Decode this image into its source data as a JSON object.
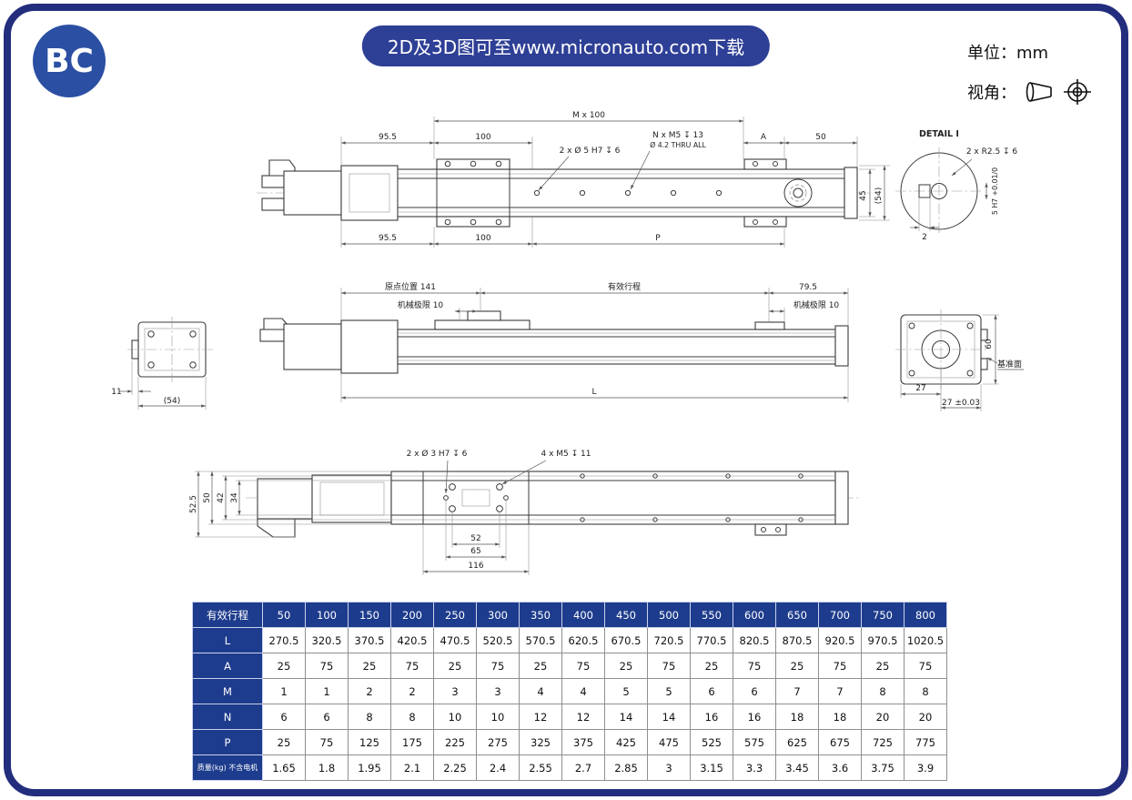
{
  "page": {
    "badge": "BC",
    "banner": "2D及3D图可至www.micronauto.com下载",
    "units": "单位：mm",
    "view_label": "视角：",
    "colors": {
      "frame": "#232d7d",
      "banner": "#2e3f96",
      "badge": "#2b4fa2",
      "tableheader": "#1e3c8d"
    }
  },
  "drawing": {
    "top_view": {
      "dim_mx100": "M x 100",
      "dim_955_top": "95.5",
      "dim_100_top": "100",
      "dim_a": "A",
      "dim_50": "50",
      "note_dowel": "2 x Ø 5 H7 ↧ 6",
      "note_tap": "N x M5 ↧ 13",
      "note_thru": "Ø 4.2 THRU ALL",
      "dim_955_bottom": "95.5",
      "dim_100_bottom": "100",
      "dim_p": "P",
      "dim_45": "45",
      "dim_54": "(54)"
    },
    "detail_view": {
      "title": "DETAIL I",
      "note_radius": "2 x R2.5 ↧ 6",
      "dim_2": "2",
      "dim_bore": "5 H7 +0.01/0"
    },
    "side_view": {
      "dim_origin": "原点位置 141",
      "dim_stroke": "有效行程",
      "dim_795": "79.5",
      "dim_limit_left": "机械极限 10",
      "dim_limit_right": "机械极限 10",
      "dim_l": "L",
      "dim_11": "11",
      "dim_54": "(54)",
      "dim_60": "60",
      "dim_27": "27",
      "dim_27_tol": "27 ±0.03",
      "datum": "基准面"
    },
    "bottom_view": {
      "note_dowel": "2 x Ø 3 H7 ↧ 6",
      "note_tap": "4 x M5 ↧ 11",
      "dim_525": "52.5",
      "dim_50": "50",
      "dim_42": "42",
      "dim_34": "34",
      "dim_52": "52",
      "dim_65": "65",
      "dim_116": "116"
    }
  },
  "table": {
    "corner_label": "有效行程",
    "columns": [
      "50",
      "100",
      "150",
      "200",
      "250",
      "300",
      "350",
      "400",
      "450",
      "500",
      "550",
      "600",
      "650",
      "700",
      "750",
      "800"
    ],
    "rows": [
      {
        "label": "L",
        "values": [
          "270.5",
          "320.5",
          "370.5",
          "420.5",
          "470.5",
          "520.5",
          "570.5",
          "620.5",
          "670.5",
          "720.5",
          "770.5",
          "820.5",
          "870.5",
          "920.5",
          "970.5",
          "1020.5"
        ]
      },
      {
        "label": "A",
        "values": [
          "25",
          "75",
          "25",
          "75",
          "25",
          "75",
          "25",
          "75",
          "25",
          "75",
          "25",
          "75",
          "25",
          "75",
          "25",
          "75"
        ]
      },
      {
        "label": "M",
        "values": [
          "1",
          "1",
          "2",
          "2",
          "3",
          "3",
          "4",
          "4",
          "5",
          "5",
          "6",
          "6",
          "7",
          "7",
          "8",
          "8"
        ]
      },
      {
        "label": "N",
        "values": [
          "6",
          "6",
          "8",
          "8",
          "10",
          "10",
          "12",
          "12",
          "14",
          "14",
          "16",
          "16",
          "18",
          "18",
          "20",
          "20"
        ]
      },
      {
        "label": "P",
        "values": [
          "25",
          "75",
          "125",
          "175",
          "225",
          "275",
          "325",
          "375",
          "425",
          "475",
          "525",
          "575",
          "625",
          "675",
          "725",
          "775"
        ]
      },
      {
        "label": "质量(kg) 不含电机",
        "values": [
          "1.65",
          "1.8",
          "1.95",
          "2.1",
          "2.25",
          "2.4",
          "2.55",
          "2.7",
          "2.85",
          "3",
          "3.15",
          "3.3",
          "3.45",
          "3.6",
          "3.75",
          "3.9"
        ]
      }
    ]
  }
}
